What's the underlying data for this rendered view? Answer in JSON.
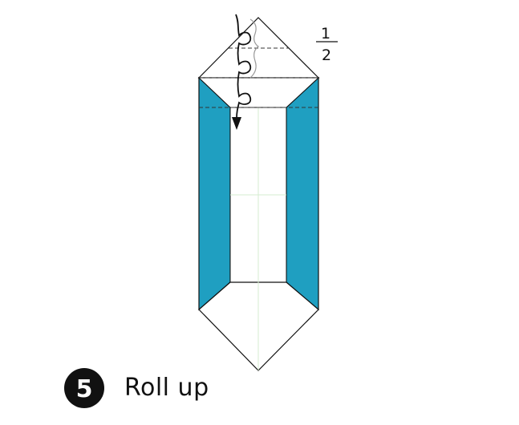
{
  "fraction": {
    "numerator": "1",
    "denominator": "2"
  },
  "step": {
    "number": "5",
    "instruction": "Roll up"
  },
  "colors": {
    "paper_colored_side": "#1f9fc1",
    "paper_white_side": "#ffffff",
    "outline": "#111111",
    "crease": "#cfe9c4"
  },
  "icons": {
    "fold_arrow": "roll-arrow-icon",
    "step_badge": "step-number-badge"
  }
}
